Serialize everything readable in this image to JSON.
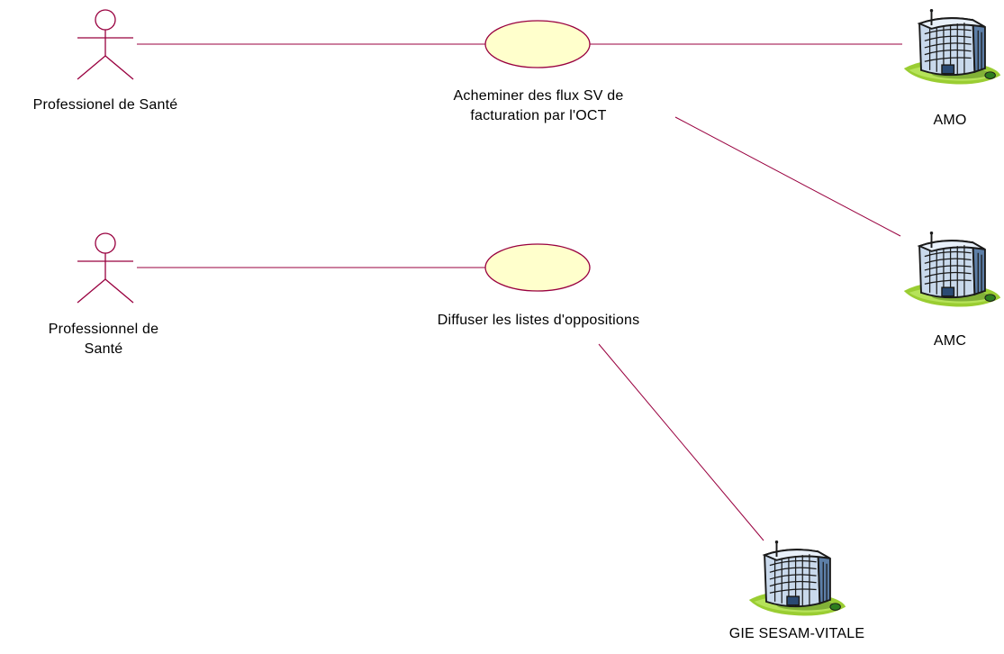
{
  "colors": {
    "line": "#99003f",
    "actor": "#99003f",
    "usecase_fill": "#ffffcc",
    "usecase_stroke": "#99003f"
  },
  "actors": [
    {
      "id": "actor-1",
      "label": "Professionel de Santé",
      "icon": "stick-figure-icon"
    },
    {
      "id": "actor-2",
      "label_lines": [
        "Professionnel de",
        "Santé"
      ],
      "icon": "stick-figure-icon"
    }
  ],
  "use_cases": [
    {
      "id": "uc-1",
      "label_lines": [
        "Acheminer des flux SV de",
        "facturation par l'OCT"
      ]
    },
    {
      "id": "uc-2",
      "label": "Diffuser les listes d'oppositions"
    }
  ],
  "systems": [
    {
      "id": "amo",
      "label": "AMO",
      "icon": "office-building-icon"
    },
    {
      "id": "amc",
      "label": "AMC",
      "icon": "office-building-icon"
    },
    {
      "id": "gie",
      "label": "GIE SESAM-VITALE",
      "icon": "office-building-icon"
    }
  ],
  "associations": [
    [
      "actor-1",
      "uc-1"
    ],
    [
      "uc-1",
      "amo"
    ],
    [
      "uc-1",
      "amc"
    ],
    [
      "actor-2",
      "uc-2"
    ],
    [
      "uc-2",
      "gie"
    ]
  ]
}
